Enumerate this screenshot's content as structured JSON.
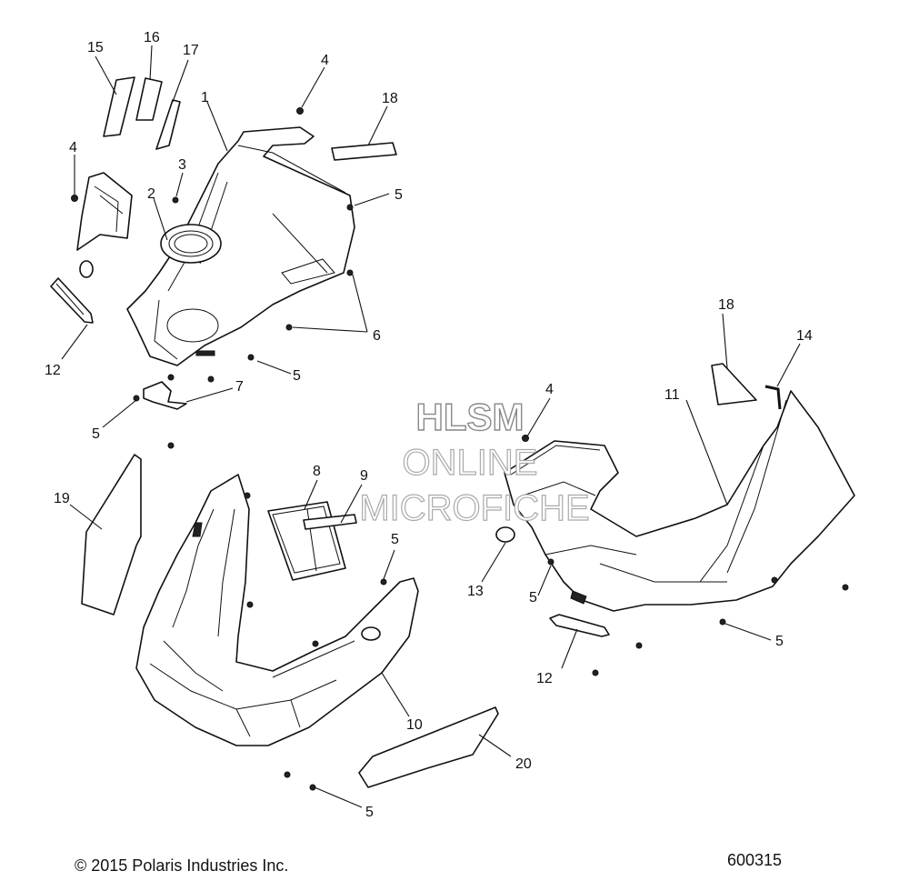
{
  "watermark": {
    "line1": "HLSM",
    "line2": "ONLINE",
    "line3": "MICROFICHE"
  },
  "footer": {
    "copyright": "© 2015 Polaris Industries Inc.",
    "diagram_number": "600315"
  },
  "callouts": {
    "c1": "1",
    "c2": "2",
    "c3": "3",
    "c4a": "4",
    "c4b": "4",
    "c4c": "4",
    "c5a": "5",
    "c5b": "5",
    "c5c": "5",
    "c5d": "5",
    "c5e": "5",
    "c5f": "5",
    "c5g": "5",
    "c6": "6",
    "c7": "7",
    "c8": "8",
    "c9": "9",
    "c10": "10",
    "c11": "11",
    "c12a": "12",
    "c12b": "12",
    "c13": "13",
    "c14": "14",
    "c15": "15",
    "c16": "16",
    "c17": "17",
    "c18a": "18",
    "c18b": "18",
    "c19": "19",
    "c20": "20"
  }
}
